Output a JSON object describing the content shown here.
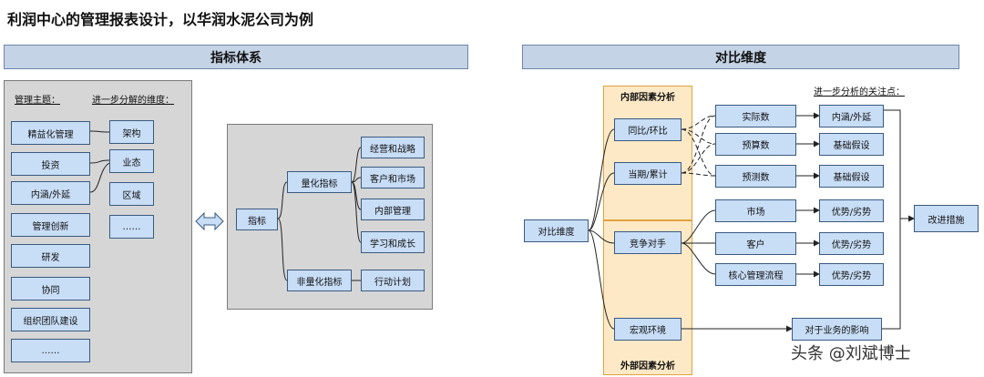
{
  "title": "利润中心的管理报表设计，以华润水泥公司为例",
  "left": {
    "header": "指标体系",
    "label_theme": "管理主题：",
    "label_dims": "进一步分解的维度：",
    "themes": [
      "精益化管理",
      "投资",
      "内涵/外延",
      "管理创新",
      "研发",
      "协同",
      "组织团队建设",
      "……"
    ],
    "dims": [
      "架构",
      "业态",
      "区域",
      "……"
    ],
    "tree": {
      "root": "指标",
      "quant": "量化指标",
      "nonquant": "非量化指标",
      "quant_items": [
        "经营和战略",
        "客户和市场",
        "内部管理",
        "学习和成长"
      ],
      "nonquant_items": [
        "行动计划"
      ]
    }
  },
  "right": {
    "header": "对比维度",
    "label_focus": "进一步分析的关注点：",
    "root": "对比维度",
    "internal_group": "内部因素分析",
    "external_group": "外部因素分析",
    "internal": [
      "同比/环比",
      "当期/累计"
    ],
    "external": [
      "竞争对手",
      "宏观环境"
    ],
    "mid": [
      "实际数",
      "预算数",
      "预测数"
    ],
    "mid_focus": [
      "内涵/外延",
      "基础假设",
      "基础假设"
    ],
    "comp": [
      "市场",
      "客户",
      "核心管理流程"
    ],
    "comp_focus": [
      "优势/劣势",
      "优势/劣势",
      "优势/劣势"
    ],
    "macro_focus": "对于业务的影响",
    "final": "改进措施"
  },
  "watermark": "头条 @刘斌博士"
}
